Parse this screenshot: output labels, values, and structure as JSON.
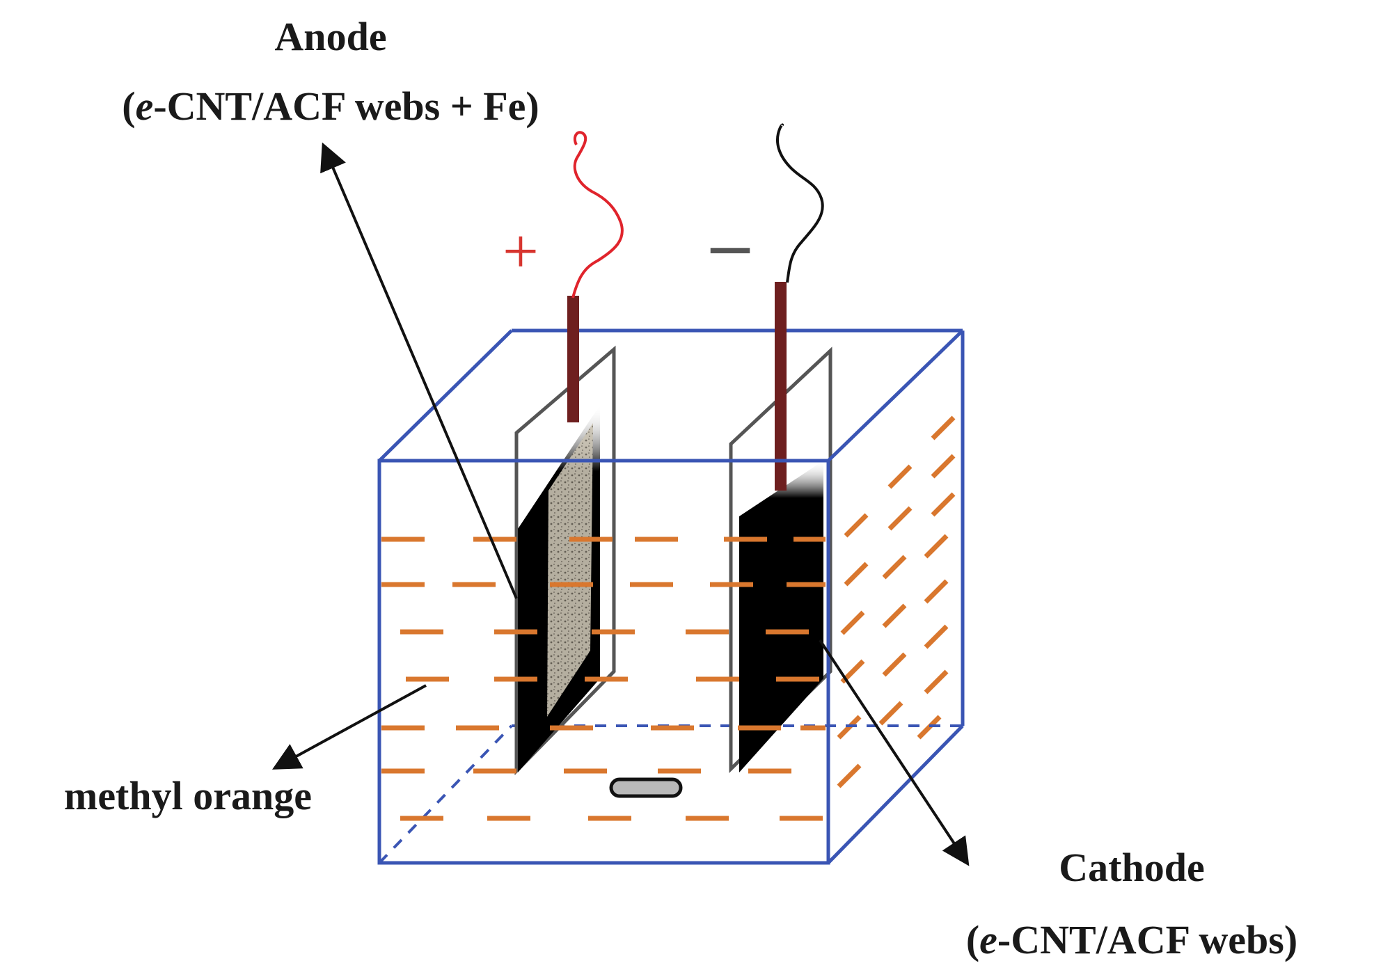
{
  "labels": {
    "anode": {
      "title": "Anode",
      "open_paren": "(",
      "italic_prefix": "e",
      "rest": "-CNT/ACF webs + Fe)"
    },
    "cathode": {
      "title": "Cathode",
      "open_paren": "(",
      "italic_prefix": "e",
      "rest": "-CNT/ACF webs)"
    },
    "solution": "methyl orange",
    "positive_sign": "+",
    "negative_sign": "–"
  },
  "colors": {
    "tank": "#3a55b4",
    "solution_dash": "#d9772e",
    "positive_wire": "#e0242c",
    "negative_wire": "#111111",
    "lead": "#6e1f1f",
    "electrode": "#111111",
    "anode_coating": "#c9c2b2",
    "positive_sign": "#d7352f",
    "negative_sign": "#555555"
  }
}
